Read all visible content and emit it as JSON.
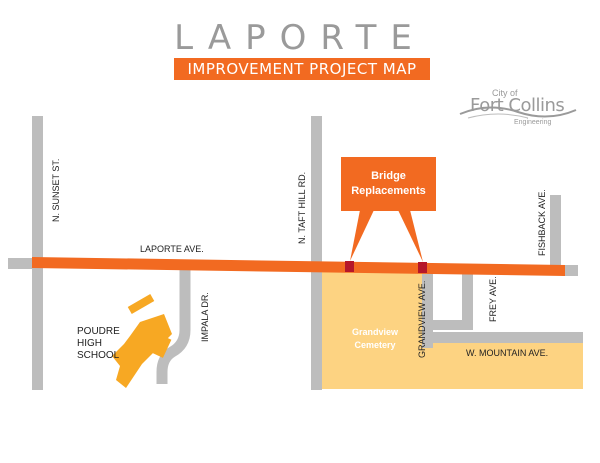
{
  "header": {
    "title": "LAPORTE",
    "subtitle": "IMPROVEMENT PROJECT MAP"
  },
  "logo": {
    "line1": "City of",
    "line2": "Fort Collins",
    "line3": "Engineering"
  },
  "callout": {
    "line1": "Bridge",
    "line2": "Replacements"
  },
  "streets": {
    "n_sunset": "N. SUNSET ST.",
    "laporte": "LAPORTE AVE.",
    "n_taft_hill": "N. TAFT HILL RD.",
    "fishback": "FISHBACK AVE.",
    "impala": "IMPALA DR.",
    "grandview": "GRANDVIEW AVE.",
    "frey": "FREY AVE.",
    "w_mountain": "W. MOUNTAIN AVE."
  },
  "places": {
    "school_line1": "POUDRE",
    "school_line2": "HIGH",
    "school_line3": "SCHOOL",
    "cemetery_line1": "Grandview",
    "cemetery_line2": "Cemetery"
  },
  "colors": {
    "road": "#bdbdbd",
    "project_corridor": "#f26a21",
    "bridge": "#b5162a",
    "cemetery": "#fdd382",
    "school": "#f7a823",
    "title_gray": "#9a9a9a"
  }
}
